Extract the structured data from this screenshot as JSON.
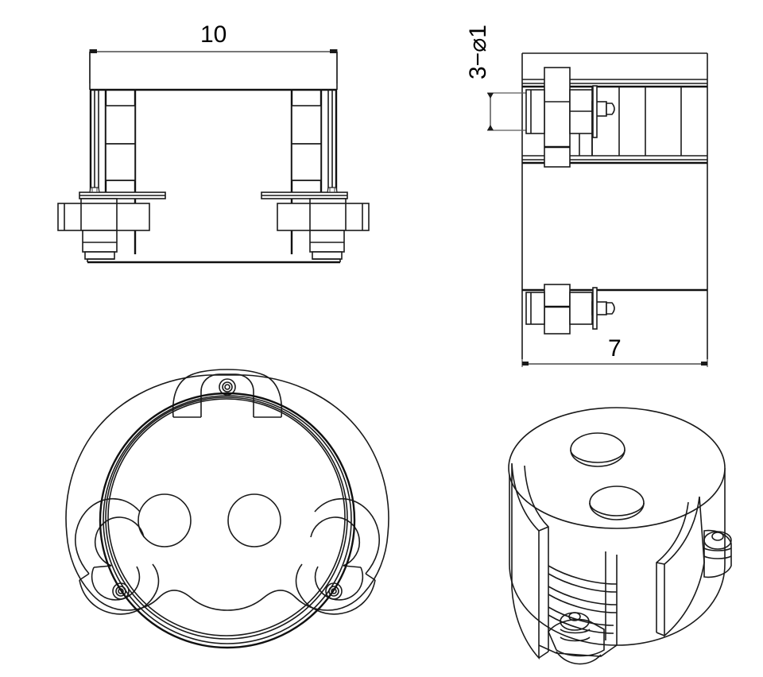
{
  "drawing": {
    "title": "Orthographic and isometric views of cylindrical bracket assembly",
    "line_color": "#1a1a1a",
    "thin_line_color": "#555555",
    "background": "#ffffff",
    "dimensions": {
      "width": {
        "value": "10",
        "name": "overall-width",
        "orientation": "horizontal",
        "view": "front-elevation"
      },
      "depth": {
        "value": "7",
        "name": "overall-depth",
        "orientation": "horizontal",
        "view": "side-elevation"
      },
      "hole_callout": {
        "value": "3−⌀1",
        "count": "3",
        "diameter_symbol": "⌀",
        "diameter": "1",
        "orientation": "vertical-rotated-90ccw",
        "view": "side-elevation"
      }
    },
    "views": [
      {
        "name": "front-elevation",
        "label": "",
        "position": "top-left",
        "features": [
          "body-outline",
          "left-bracket-leg",
          "right-bracket-leg",
          "left-bolt-assembly",
          "right-bolt-assembly",
          "base-plate"
        ]
      },
      {
        "name": "side-elevation",
        "label": "",
        "position": "top-right",
        "features": [
          "body-outline",
          "upper-bolt-assembly",
          "lower-bolt-assembly",
          "internal-ribs",
          "flange-plates"
        ]
      },
      {
        "name": "plan-view",
        "label": "",
        "position": "bottom-left",
        "features": [
          "outer-ring",
          "inner-ring",
          "top-mounting-tab",
          "left-mounting-tab",
          "right-mounting-tab",
          "center-hole-left",
          "center-hole-right"
        ]
      },
      {
        "name": "isometric-view",
        "label": "",
        "position": "bottom-right",
        "features": [
          "cylinder-body",
          "top-face",
          "top-hole-upper",
          "top-hole-lower",
          "cage-straps",
          "coil-slots",
          "right-bolt-boss",
          "front-bolt-boss"
        ]
      }
    ],
    "icons": {
      "diameter": "⌀"
    }
  }
}
